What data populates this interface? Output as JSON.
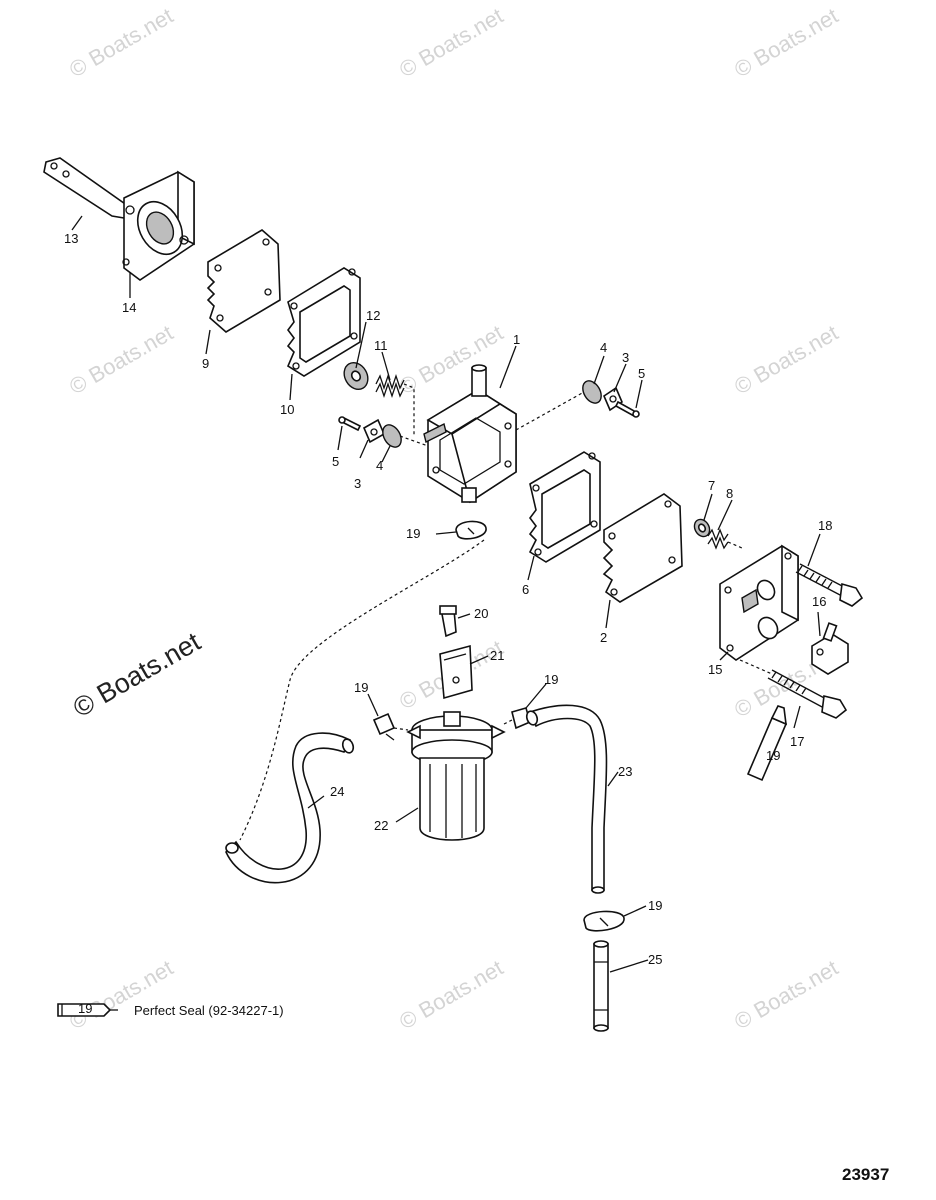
{
  "watermark": {
    "text": "© Boats.net"
  },
  "callouts": {
    "c1": "1",
    "c2": "2",
    "c3a": "3",
    "c3b": "3",
    "c4a": "4",
    "c4b": "4",
    "c5a": "5",
    "c5b": "5",
    "c6": "6",
    "c7": "7",
    "c8": "8",
    "c9": "9",
    "c10": "10",
    "c11": "11",
    "c12": "12",
    "c13": "13",
    "c14": "14",
    "c15": "15",
    "c16": "16",
    "c17": "17",
    "c18": "18",
    "c19a": "19",
    "c19b": "19",
    "c19c": "19",
    "c19d": "19",
    "c20": "20",
    "c21": "21",
    "c22": "22",
    "c23": "23",
    "c24": "24",
    "c25": "25"
  },
  "tube_label": "19",
  "legend": {
    "tube_number": "19",
    "text": "Perfect Seal (92-34227-1)"
  },
  "drawing_number": "23937"
}
